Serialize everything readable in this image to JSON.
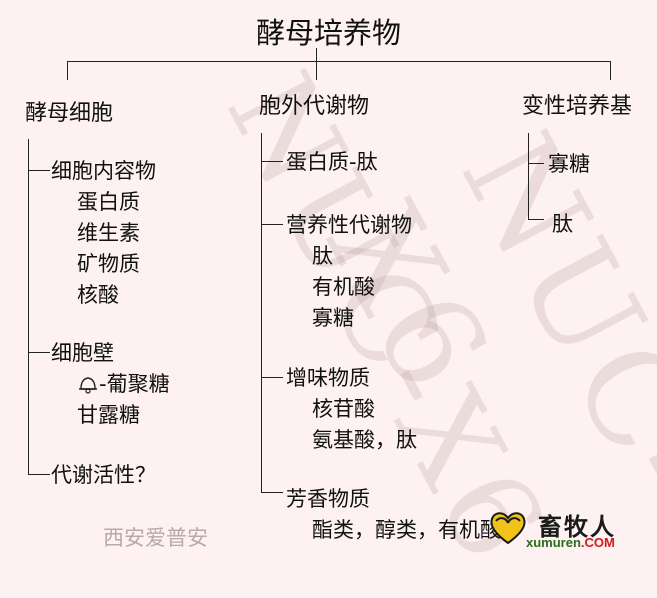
{
  "title": "酵母培养物",
  "watermark": "NUC-X6",
  "columns": [
    {
      "heading": "酵母细胞",
      "groups": [
        {
          "label": "细胞内容物",
          "items": [
            "蛋白质",
            "维生素",
            "矿物质",
            "核酸"
          ]
        },
        {
          "label": "细胞壁",
          "items": [
            "-葡聚糖",
            "甘露糖"
          ]
        },
        {
          "label": "代谢活性？",
          "items": []
        }
      ]
    },
    {
      "heading": "胞外代谢物",
      "groups": [
        {
          "label": "蛋白质-肽",
          "items": []
        },
        {
          "label": "营养性代谢物",
          "items": [
            "肽",
            "有机酸",
            "寡糖"
          ]
        },
        {
          "label": "增味物质",
          "items": [
            "核苷酸",
            "氨基酸，肽"
          ]
        },
        {
          "label": "芳香物质",
          "items": [
            "酯类，醇类，有机酸"
          ]
        }
      ]
    },
    {
      "heading": "变性培养基",
      "groups": [
        {
          "label": "寡糖",
          "items": []
        },
        {
          "label": "肽",
          "items": []
        }
      ]
    }
  ],
  "footer_left": "西安爱普安",
  "logo": {
    "name": "畜牧人",
    "url": "xumuren",
    "tld": ".COM"
  }
}
